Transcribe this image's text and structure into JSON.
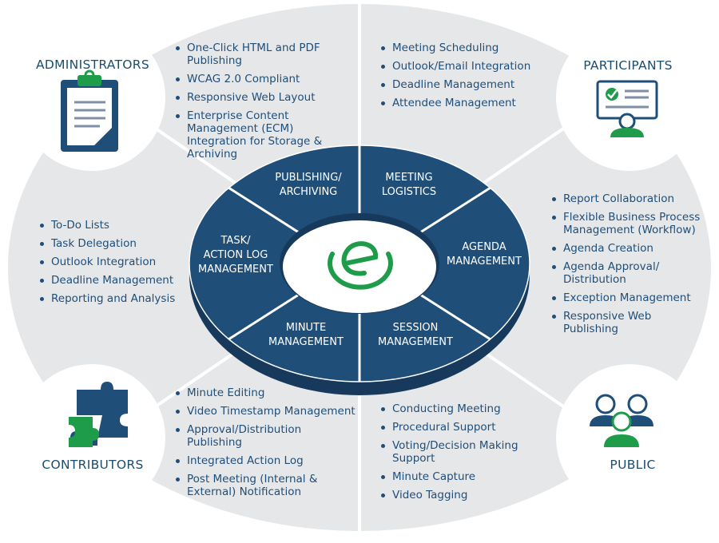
{
  "roles": {
    "administrators": "ADMINISTRATORS",
    "participants": "PARTICIPANTS",
    "contributors": "CONTRIBUTORS",
    "public": "PUBLIC"
  },
  "segments": {
    "publishing": [
      "PUBLISHING/",
      "ARCHIVING"
    ],
    "meeting": [
      "MEETING",
      "LOGISTICS"
    ],
    "agenda": [
      "AGENDA",
      "MANAGEMENT"
    ],
    "session": [
      "SESSION",
      "MANAGEMENT"
    ],
    "minute": [
      "MINUTE",
      "MANAGEMENT"
    ],
    "task": [
      "TASK/",
      "ACTION LOG",
      "MANAGEMENT"
    ]
  },
  "lists": {
    "publishing": [
      "One-Click HTML and PDF Publishing",
      "WCAG 2.0 Compliant",
      "Responsive Web Layout",
      "Enterprise Content Management (ECM) Integration for Storage & Archiving"
    ],
    "meeting": [
      "Meeting Scheduling",
      "Outlook/Email Integration",
      "Deadline Management",
      "Attendee Management"
    ],
    "agenda": [
      "Report Collaboration",
      "Flexible Business Process Management (Workflow)",
      "Agenda Creation",
      "Agenda Approval/ Distribution",
      "Exception Management",
      "Responsive Web Publishing"
    ],
    "task": [
      "To-Do Lists",
      "Task Delegation",
      "Outlook Integration",
      "Deadline Management",
      "Reporting and Analysis"
    ],
    "minute": [
      "Minute Editing",
      "Video Timestamp Management",
      "Approval/Distribution Publishing",
      "Integrated Action Log",
      "Post Meeting (Internal & External) Notification"
    ],
    "session": [
      "Conducting Meeting",
      "Procedural Support",
      "Voting/Decision Making Support",
      "Minute Capture",
      "Video Tagging"
    ]
  },
  "icons": {
    "center": "e-logo-icon",
    "administrators": "clipboard-icon",
    "participants": "screen-user-icon",
    "contributors": "puzzle-icon",
    "public": "group-icon"
  },
  "colors": {
    "ring_blue": "#1f4e79",
    "ring_dark": "#173a5c",
    "green": "#1e9c4a",
    "background_ellipse": "#e6e7e8",
    "text_blue": "#1f4e79"
  }
}
